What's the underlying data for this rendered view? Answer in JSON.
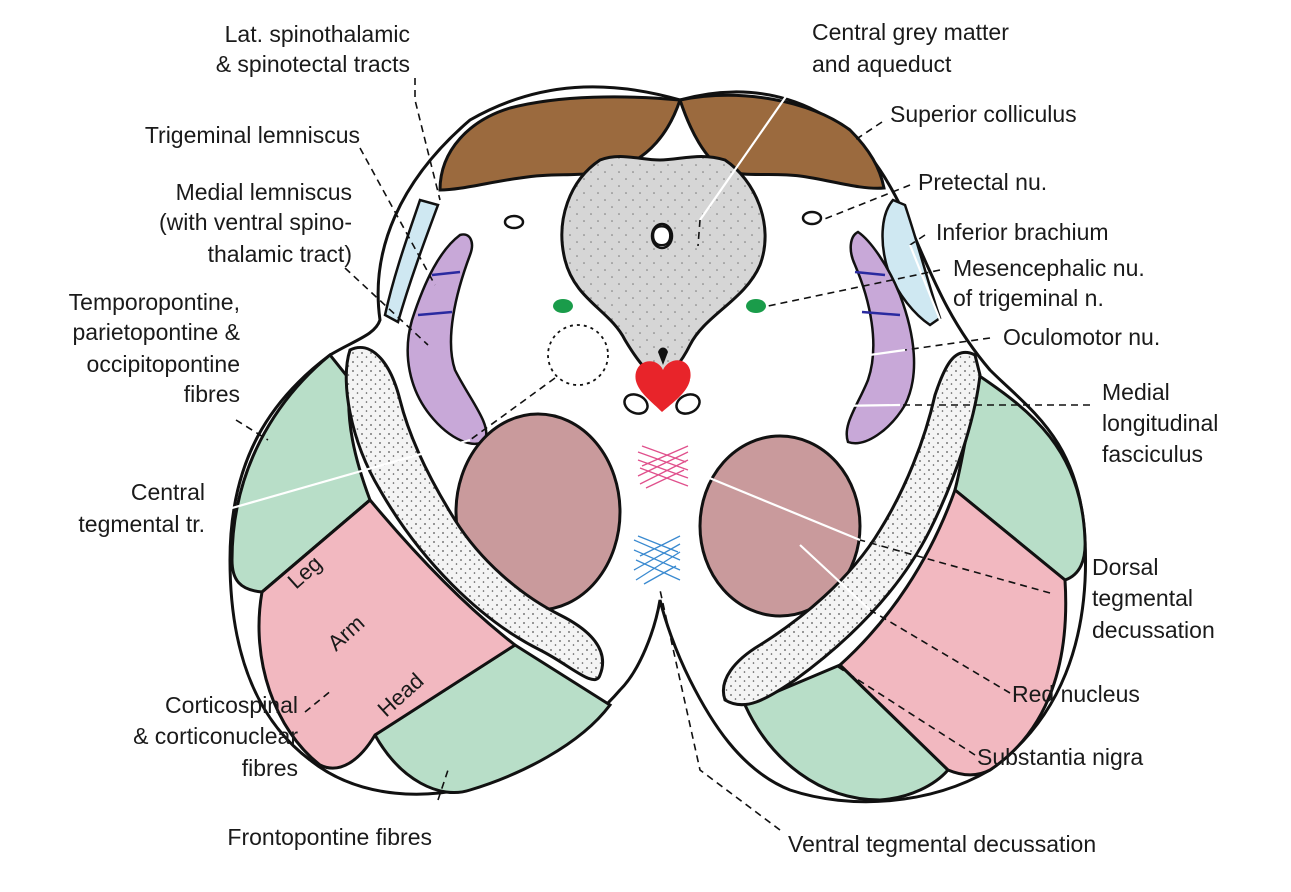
{
  "labels": {
    "lat_spinothalamic": [
      "Lat. spinothalamic",
      "& spinotectal tracts"
    ],
    "trigeminal_lemniscus": [
      "Trigeminal lemniscus"
    ],
    "medial_lemniscus": [
      "Medial lemniscus",
      "(with ventral spino-",
      "thalamic tract)"
    ],
    "temporopontine": [
      "Temporopontine,",
      "parietopontine &",
      "occipitopontine",
      "fibres"
    ],
    "central_tegmental": [
      "Central",
      "tegmental tr."
    ],
    "corticospinal": [
      "Corticospinal",
      "& corticonuclear",
      "fibres"
    ],
    "frontopontine": [
      "Frontopontine fibres"
    ],
    "central_grey": [
      "Central grey matter",
      "and aqueduct"
    ],
    "superior_colliculus": [
      "Superior colliculus"
    ],
    "pretectal": [
      "Pretectal nu."
    ],
    "inferior_brachium": [
      "Inferior brachium"
    ],
    "mesencephalic": [
      "Mesencephalic nu.",
      "of trigeminal n."
    ],
    "oculomotor": [
      "Oculomotor nu."
    ],
    "mlf": [
      "Medial",
      "longitudinal",
      "fasciculus"
    ],
    "dorsal_tegmental": [
      "Dorsal",
      "tegmental",
      "decussation"
    ],
    "red_nucleus": [
      "Red nucleus"
    ],
    "substantia_nigra": [
      "Substantia nigra"
    ],
    "ventral_tegmental": [
      "Ventral tegmental decussation"
    ]
  },
  "region_labels": {
    "leg": "Leg",
    "arm": "Arm",
    "head": "Head",
    "aqueduct": "O"
  },
  "colors": {
    "outline": "#111111",
    "colliculus": "#9b6a3e",
    "central_grey": "#d6d6d6",
    "lemniscus": "#c8a8d8",
    "brachium": "#cfe8f2",
    "frontopontine": "#b8dec8",
    "corticospinal": "#f2b8c0",
    "red_nucleus": "#c99a9c",
    "oculomotor": "#e8242a",
    "mesencephalic": "#1a9c4a",
    "dorsal_decussation": "#e0508c",
    "ventral_decussation": "#3a8ad0"
  }
}
